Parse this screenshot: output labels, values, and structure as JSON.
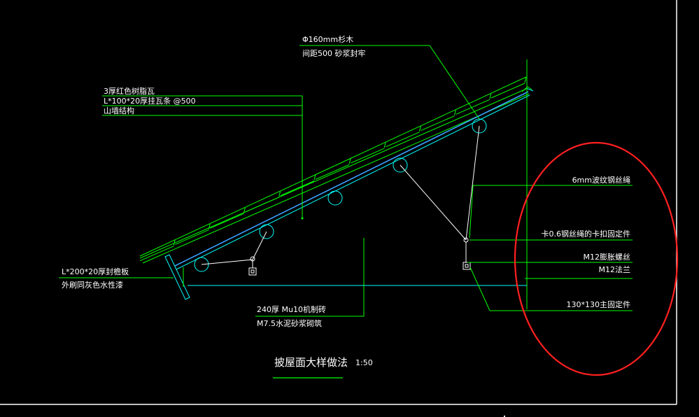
{
  "labels": {
    "fir": [
      "Φ160mm杉木",
      "间距500    砂浆封牢"
    ],
    "roof": [
      "3厚红色树脂瓦",
      "L*100*20厚挂瓦条  @500",
      "山墙结构"
    ],
    "eave": [
      "L*200*20厚封檐板",
      "外刷同灰色水性漆"
    ],
    "brick": [
      "240厚    Mu10机制砖",
      "M7.5水泥砂浆砌筑"
    ],
    "right": [
      "6mm波纹钢丝绳",
      "卡0.6钢丝绳的卡扣固定件",
      "M12膨胀螺丝",
      "M12法兰",
      "130*130主固定件"
    ]
  },
  "title": "披屋面大样做法",
  "scale": "1:50",
  "colors": {
    "background": "#000000",
    "green": "#00ff00",
    "cyan": "#00ffff",
    "white": "#ffffff",
    "highlight": "#ff2020",
    "frame": "#ffffff"
  }
}
